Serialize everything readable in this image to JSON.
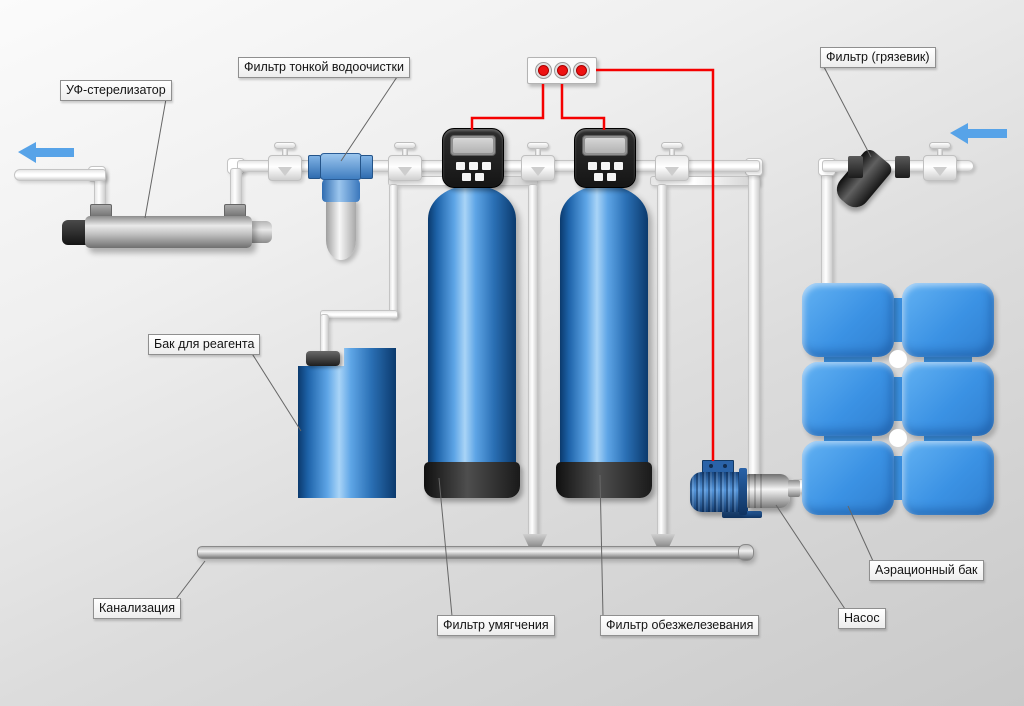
{
  "labels": {
    "uv_sterilizer": "УФ-стерелизатор",
    "fine_filter": "Фильтр тонкой водоочистки",
    "mud_filter": "Фильтр (грязевик)",
    "reagent_tank": "Бак для реагента",
    "sewage": "Канализация",
    "softener_filter": "Фильтр умягчения",
    "iron_removal_filter": "Фильтр обезжелезевания",
    "pump": "Насос",
    "aeration_tank": "Аэрационный бак"
  },
  "power_outlet_box": {
    "socket_count": 3,
    "socket_color": "#ee1111"
  },
  "flow_arrows": {
    "outlet_direction": "left",
    "inlet_direction": "left",
    "color": "#57a3e8"
  },
  "colors": {
    "background_top": "#fbfbfb",
    "background_bottom": "#c9c9c9",
    "pipe_white": "#ffffff",
    "pipe_gray": "#9a9a9a",
    "tank_blue_dark": "#0b3a6d",
    "tank_blue_highlight": "#a9d4f7",
    "aeration_blue": "#3b92e4",
    "control_head_black": "#1b1b1b",
    "wire_red": "#f50000",
    "pump_motor_blue": "#2a63a8",
    "label_border": "#8f8f8f"
  }
}
